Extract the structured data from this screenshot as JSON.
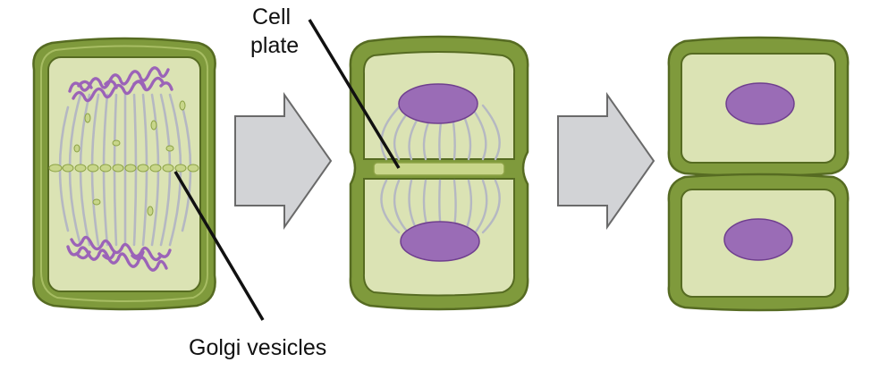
{
  "labels": {
    "cell_plate_line1": "Cell",
    "cell_plate_line2": "plate",
    "golgi_vesicles": "Golgi vesicles"
  },
  "colors": {
    "cell_wall": "#7f9a3c",
    "cell_wall_dark": "#566b22",
    "cell_wall_highlight": "#a7bd63",
    "cytoplasm": "#dbe3b4",
    "chromosome": "#9b63b8",
    "nucleus": "#9a6cb6",
    "nucleus_edge": "#6f3f8e",
    "spindle": "#b5b8c2",
    "vesicle": "#c8d68a",
    "vesicle_edge": "#8ca245",
    "arrow_fill": "#d2d3d6",
    "arrow_stroke": "#6a6a6a",
    "label_line": "#111111"
  },
  "icons": {
    "arrow": "right-block-arrow"
  }
}
